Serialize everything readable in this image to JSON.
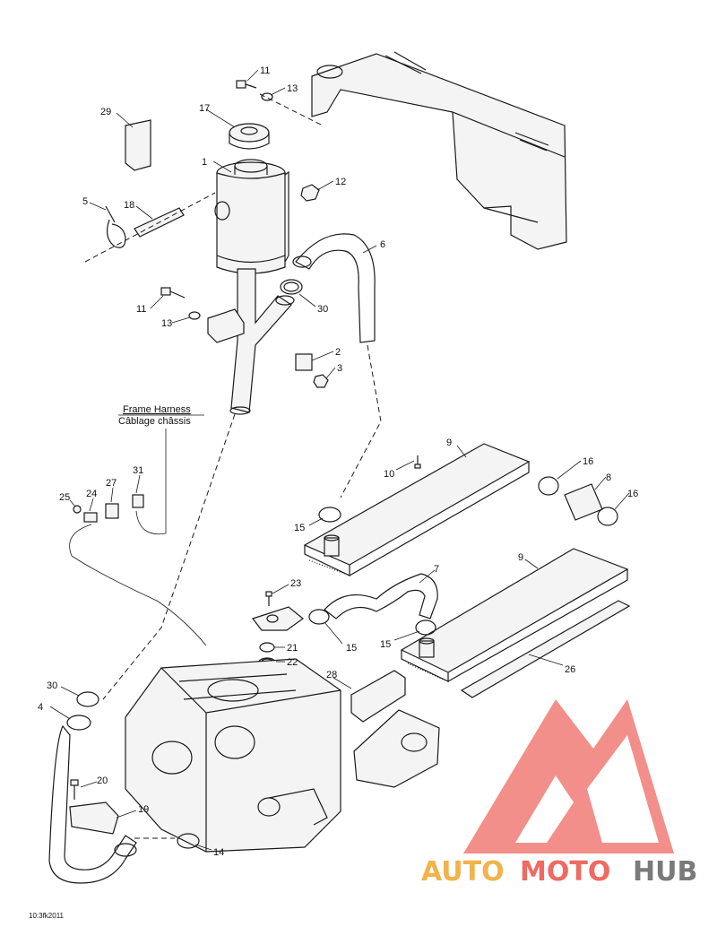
{
  "diagram": {
    "callouts": {
      "n1": "1",
      "n2": "2",
      "n3": "3",
      "n4": "4",
      "n5": "5",
      "n6": "6",
      "n7": "7",
      "n8": "8",
      "n9a": "9",
      "n9b": "9",
      "n10": "10",
      "n11a": "11",
      "n11b": "11",
      "n12": "12",
      "n13a": "13",
      "n13b": "13",
      "n14": "14",
      "n15a": "15",
      "n15b": "15",
      "n15c": "15",
      "n16a": "16",
      "n16b": "16",
      "n17": "17",
      "n18": "18",
      "n19": "19",
      "n20": "20",
      "n21": "21",
      "n22": "22",
      "n23": "23",
      "n24": "24",
      "n25": "25",
      "n26": "26",
      "n27": "27",
      "n28": "28",
      "n29": "29",
      "n30a": "30",
      "n30b": "30",
      "n31": "31"
    },
    "harness_label_en": "Frame Harness",
    "harness_label_fr": "Câblage châssis",
    "doc_id": "10:3fk2011"
  },
  "watermark": {
    "word_auto": "AUTO",
    "word_moto": "MOTO",
    "word_hub": "HUB",
    "colors": {
      "auto": "#f2b24c",
      "moto": "#ee6a64",
      "hub": "#7a7a7a",
      "logo": "#ee6a64"
    }
  }
}
